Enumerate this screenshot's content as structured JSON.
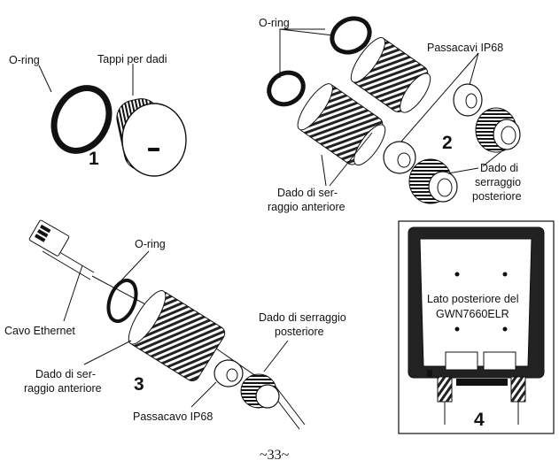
{
  "panel1": {
    "number": "1",
    "oring_label": "O-ring",
    "cap_label": "Tappi per dadi"
  },
  "panel2": {
    "number": "2",
    "oring_label": "O-ring",
    "gland_label": "Passacavi IP68",
    "rear_nut_label": [
      "Dado di",
      "serraggio",
      "posteriore"
    ],
    "front_nut_label": [
      "Dado di ser-",
      "raggio anteriore"
    ]
  },
  "panel3": {
    "number": "3",
    "oring_label": "O-ring",
    "rear_nut_label": [
      "Dado di serraggio",
      "posteriore"
    ],
    "cable_label": "Cavo Ethernet",
    "front_nut_label": [
      "Dado di ser-",
      "raggio anteriore"
    ],
    "gland_label": "Passacavo IP68"
  },
  "panel4": {
    "number": "4",
    "back_label": [
      "Lato posteriore del",
      "GWN7660ELR"
    ]
  },
  "page_number": "~33~"
}
